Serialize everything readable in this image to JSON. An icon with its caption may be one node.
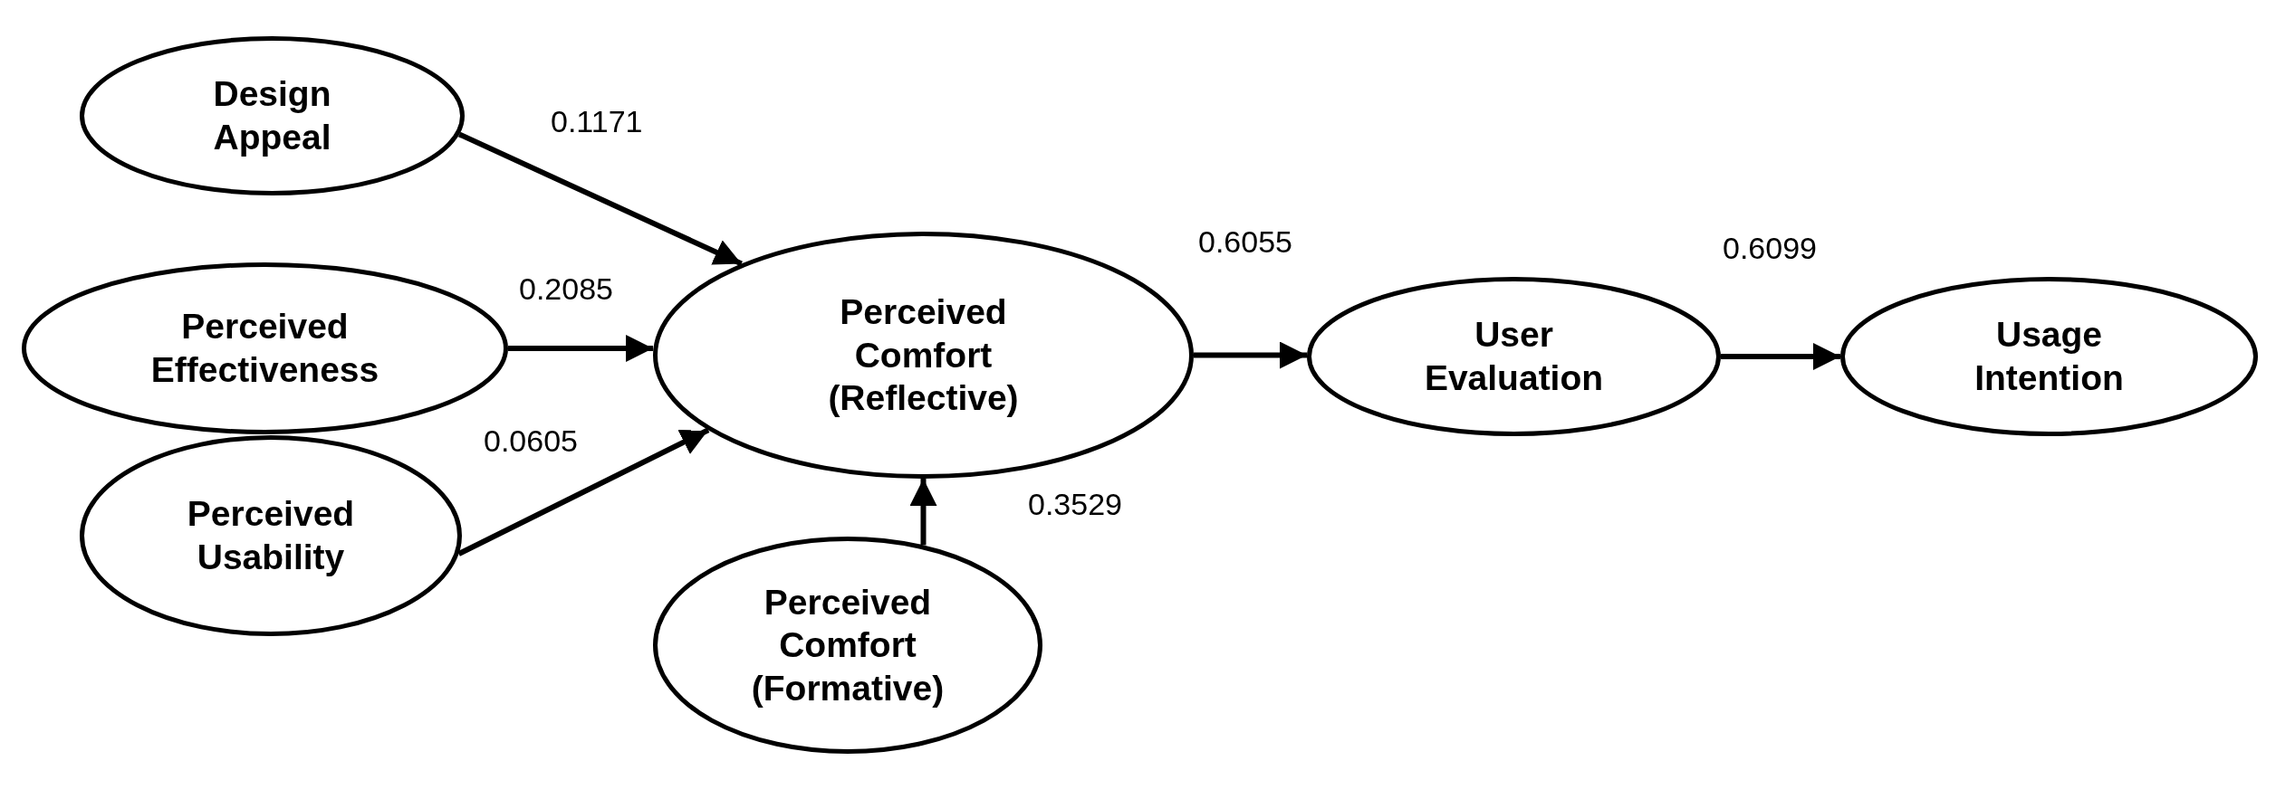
{
  "diagram": {
    "nodes": [
      {
        "text": [
          "Design Appeal"
        ]
      },
      {
        "text": [
          "Perceived Effectiveness"
        ]
      },
      {
        "text": [
          "Perceived Usability"
        ]
      },
      {
        "text": [
          "Perceived Comfort (Reflective)"
        ]
      },
      {
        "text": [
          "Perceived Comfort (Formative)"
        ]
      },
      {
        "text": [
          "User Evaluation"
        ]
      },
      {
        "text": [
          "Usage Intention"
        ]
      }
    ],
    "edges": [
      {
        "from": 0,
        "to": 3,
        "arrow": "to",
        "label": "0.1171"
      },
      {
        "from": 1,
        "to": 3,
        "arrow": "to",
        "label": "0.2085"
      },
      {
        "from": 2,
        "to": 3,
        "arrow": "to",
        "label": "0.0605"
      },
      {
        "from": 4,
        "to": 3,
        "arrow": "to",
        "label": "0.3529"
      },
      {
        "from": 3,
        "to": 5,
        "arrow": "to",
        "label": "0.6055"
      },
      {
        "from": 5,
        "to": 6,
        "arrow": "to",
        "label": "0.6099"
      }
    ]
  }
}
